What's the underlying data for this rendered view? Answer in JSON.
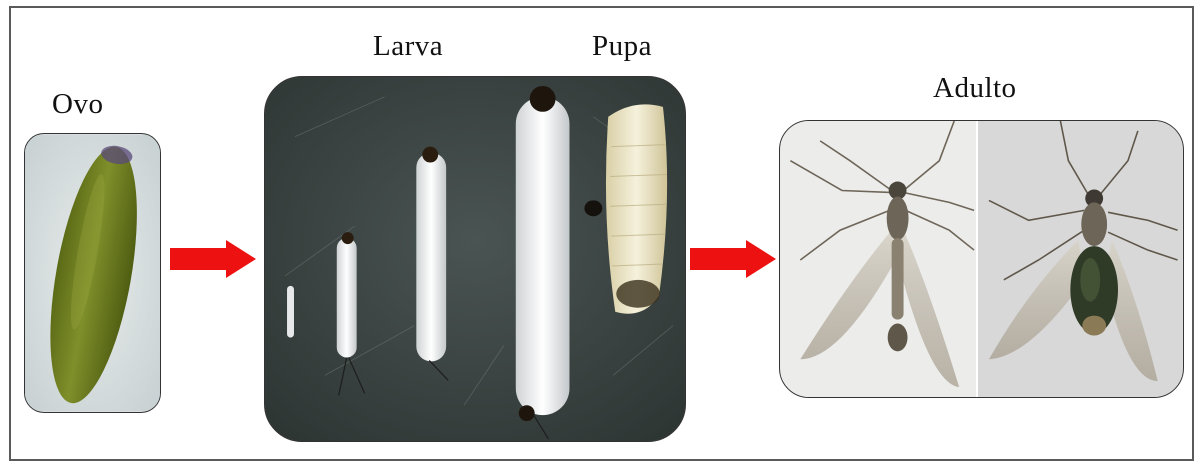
{
  "figure": {
    "stages": {
      "egg": {
        "label": "Ovo"
      },
      "larva": {
        "label": "Larva"
      },
      "pupa": {
        "label": "Pupa"
      },
      "adult": {
        "label": "Adulto"
      }
    },
    "arrow_color": "#ee1111"
  }
}
